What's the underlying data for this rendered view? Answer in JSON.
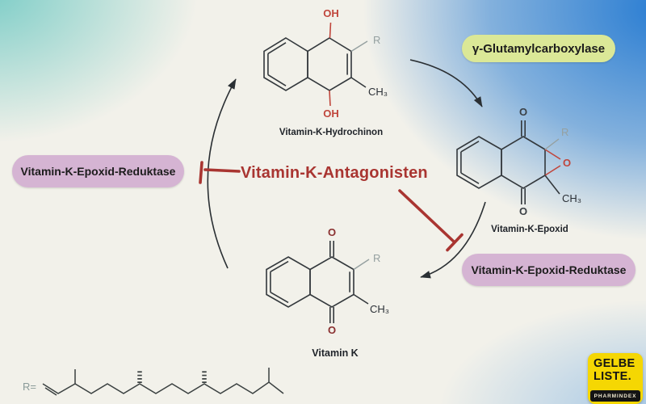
{
  "badges": {
    "carboxylase": {
      "label": "γ-Glutamylcarboxylase",
      "bg": "#dbe897"
    },
    "reductase_left": {
      "label": "Vitamin-K-Epoxid-Reduktase",
      "bg": "#d5b4d3"
    },
    "reductase_right": {
      "label": "Vitamin-K-Epoxid-Reduktase",
      "bg": "#d5b4d3"
    }
  },
  "inhibitor": {
    "label": "Vitamin-K-Antagonisten",
    "color": "#a93531"
  },
  "molecules": {
    "hydroquinone": {
      "label": "Vitamin-K-Hydrochinon",
      "atoms": {
        "oh_top": "OH",
        "oh_bottom": "OH",
        "r": "R",
        "ch3": "CH₃"
      }
    },
    "epoxide": {
      "label": "Vitamin-K-Epoxid",
      "atoms": {
        "o_top": "O",
        "o_bottom": "O",
        "o_epoxide": "O",
        "r": "R",
        "ch3": "CH₃"
      }
    },
    "vitamin_k": {
      "label": "Vitamin K",
      "atoms": {
        "o_top": "O",
        "o_bottom": "O",
        "r": "R",
        "ch3": "CH₃"
      }
    },
    "side_chain": {
      "prefix": "R="
    }
  },
  "logo": {
    "line1": "GELBE",
    "line2": "LISTE.",
    "subtext": "PHARMINDEX",
    "bg": "#f5d703"
  },
  "colors": {
    "background_teal": "#76cbc5",
    "background_blue": "#287cd2",
    "background_center": "#f2f1ea",
    "background_bottom_blue": "#94bee4",
    "bond": "#33383c",
    "red_atom": "#c0463c",
    "inhibitor_red": "#a93531",
    "arrow": "#2a2f33"
  }
}
